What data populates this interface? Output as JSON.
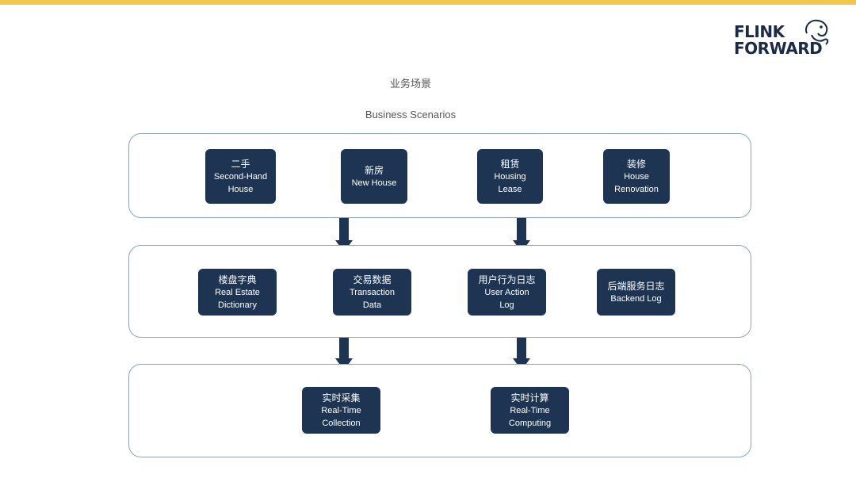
{
  "header": {
    "logo_line1": "FLINK",
    "logo_line2": "FORWARD",
    "accent_color": "#f2c54e"
  },
  "title": {
    "cn": "业务场景",
    "en": "Business Scenarios"
  },
  "layers": [
    {
      "nodes": [
        {
          "cn": "二手",
          "en1": "Second-Hand",
          "en2": "House"
        },
        {
          "cn": "新房",
          "en1": "New House",
          "en2": ""
        },
        {
          "cn": "租赁",
          "en1": "Housing",
          "en2": "Lease"
        },
        {
          "cn": "装修",
          "en1": "House",
          "en2": "Renovation"
        }
      ]
    },
    {
      "nodes": [
        {
          "cn": "楼盘字典",
          "en1": "Real Estate",
          "en2": "Dictionary"
        },
        {
          "cn": "交易数据",
          "en1": "Transaction",
          "en2": "Data"
        },
        {
          "cn": "用户行为日志",
          "en1": "User Action",
          "en2": "Log"
        },
        {
          "cn": "后端服务日志",
          "en1": "Backend Log",
          "en2": ""
        }
      ]
    },
    {
      "nodes": [
        {
          "cn": "实时采集",
          "en1": "Real-Time",
          "en2": "Collection"
        },
        {
          "cn": "实时计算",
          "en1": "Real-Time",
          "en2": "Computing"
        }
      ]
    }
  ],
  "colors": {
    "node_fill": "#1d3452",
    "panel_border": "#8da2c4",
    "arrow": "#1d3452"
  }
}
